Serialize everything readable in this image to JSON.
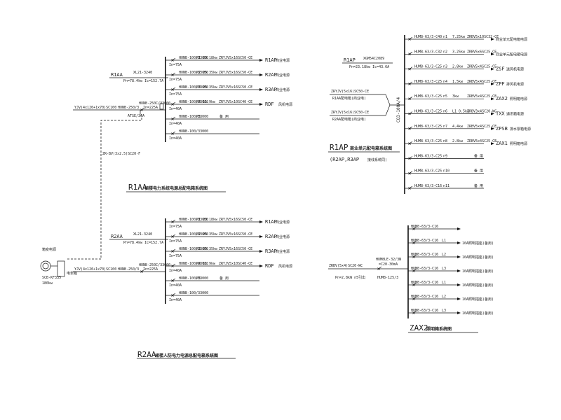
{
  "diagram_r1aa": {
    "title": "R1AA",
    "title_note": "裙楼电力系统电源总配电箱系统图",
    "panel_id": "R1AA",
    "panel_spec1": "XL21-3240",
    "panel_spec2": "Pn=78.4kw  Ic=152.7A",
    "feeder": "YJV(4x120+1x70)SC100",
    "breaker": "HUNB-250/3",
    "breaker_main": "HUNB-250C/33000",
    "breaker_main2": "In=225A",
    "meter": "ATSE/36A",
    "circuits": [
      {
        "breaker": "HUNB-100/33000",
        "sub": "In=75A",
        "num": "N1",
        "power": "23.18kw",
        "cable": "ZRYJV5x16SC50-CE",
        "dest": "R1AP",
        "note": "商业电源"
      },
      {
        "breaker": "HUNB-100/33000",
        "sub": "In=75A",
        "num": "N2",
        "power": "25.35kw",
        "cable": "ZRYJV5x16SC50-CE",
        "dest": "R2AP",
        "note": "商业电源"
      },
      {
        "breaker": "HUNB-100/33000",
        "sub": "In=75A",
        "num": "N3",
        "power": "25.35kw",
        "cable": "ZRYJV5x16SC50-CE",
        "dest": "R3AP",
        "note": "商业电源"
      },
      {
        "breaker": "HUNB-100/33000",
        "sub": "In=40A",
        "num": "N4",
        "power": "11.9kw",
        "cable": "ZRYJV5x10SC40-CE",
        "dest": "RDF",
        "note": "风机电源"
      },
      {
        "breaker": "HUNB-100/33000",
        "sub": "In=40A",
        "num": "N5",
        "power": "",
        "cable": "备  用",
        "dest": "",
        "note": ""
      },
      {
        "breaker": "HUNB-100/33000",
        "sub": "In=40A",
        "num": "",
        "power": "",
        "cable": "",
        "dest": "",
        "note": ""
      }
    ]
  },
  "link_cable": "ZR-BV(3x2.5)SC20-F",
  "source": {
    "label": "箱变电源",
    "spec1": "SCB-KF335",
    "spec2": "180kw",
    "box_label": "电表箱"
  },
  "diagram_r2aa": {
    "title": "R2AA",
    "title_note": "裙楼人防电力电源总配电箱系统图",
    "panel_id": "R2AA",
    "panel_spec1": "XL21-3240",
    "panel_spec2": "Pn=78.4kw  Ic=152.7A",
    "feeder": "YJV(4x120+1x70)SC100",
    "breaker": "HUNB-250/3",
    "breaker_main": "HUNB-250C/33000",
    "breaker_main2": "In=225A",
    "circuits": [
      {
        "breaker": "HUNB-100/33000",
        "sub": "In=75A",
        "num": "N1",
        "power": "23.18kw",
        "cable": "ZRYJV5x16SC50-CE",
        "dest": "R1AP",
        "note": "商业电源"
      },
      {
        "breaker": "HUNB-100/33000",
        "sub": "In=75A",
        "num": "N2",
        "power": "25.35kw",
        "cable": "ZRYJV5x16SC50-CE",
        "dest": "R2AP",
        "note": "商业电源"
      },
      {
        "breaker": "HUNB-100/33000",
        "sub": "In=75A",
        "num": "N3",
        "power": "25.35kw",
        "cable": "ZRYJV5x16SC50-CE",
        "dest": "R3AP",
        "note": "商业电源"
      },
      {
        "breaker": "HUNB-100/33000",
        "sub": "In=40A",
        "num": "N4",
        "power": "11.9kw",
        "cable": "ZRYJV5x10SC40-CE",
        "dest": "RDF",
        "note": "风机电源"
      },
      {
        "breaker": "HUNB-100/33000",
        "sub": "In=40A",
        "num": "N5",
        "power": "",
        "cable": "备  用",
        "dest": "",
        "note": ""
      },
      {
        "breaker": "HUNB-100/33000",
        "sub": "In=40A",
        "num": "",
        "power": "",
        "cable": "",
        "dest": "",
        "note": ""
      }
    ]
  },
  "diagram_r1ap": {
    "title": "R1AP",
    "title_note": "商业单元配电箱系统图",
    "subtitle": "(R2AP,R3AP",
    "subtitle_note": "接线系统同)",
    "panel_id": "R1AP",
    "panel_spec1": "XGM54C2089",
    "panel_spec2": "Pn=23.18kw  Ic=43.6A",
    "feeder1": "ZRYJV(5x16)SC50-CE",
    "feeder1_note": "R1AA配电箱(商业电)",
    "feeder2": "ZRYJV(5x16)SC50-CE",
    "feeder2_note": "R2AA配电箱(商业电)",
    "ats": "CQ3-100A/4",
    "circuits": [
      {
        "breaker": "HUM8-63/3-C40",
        "num": "n1",
        "power": "7.25kw",
        "cable": "ZRBV5x10SC32-CE",
        "dest": "",
        "note": "商业单元配电箱电源"
      },
      {
        "breaker": "HUM8-63/3-C32",
        "num": "n2",
        "power": "3.25kw",
        "cable": "ZRBV5x6SC25-CE",
        "dest": "",
        "note": "商业单元配电箱电源"
      },
      {
        "breaker": "HUM8-63/3-C25",
        "num": "n3",
        "power": "2.8kw",
        "cable": "ZRBV5x4SC25-CE",
        "dest": "ZSF",
        "note": "送风机电源"
      },
      {
        "breaker": "HUM8-63/3-C25",
        "num": "n4",
        "power": "1.5kw",
        "cable": "ZRBV5x4SC25-CE",
        "dest": "ZPF",
        "note": "排风机电源"
      },
      {
        "breaker": "HUM8-63/3-C25",
        "num": "n5",
        "power": "3kw",
        "cable": "ZRBV5x4SC25-CE",
        "dest": "ZAX2",
        "note": "照明箱电源"
      },
      {
        "breaker": "HUM8-63/3-C25",
        "num": "n6",
        "power": "L1 0.5kw",
        "cable": "ZRBV3x4SC20-WC",
        "dest": "TXX",
        "note": "通讯箱电源"
      },
      {
        "breaker": "HUM8-63/3-C25",
        "num": "n7",
        "power": "4.4kw",
        "cable": "ZRBV5x4SC25-CE",
        "dest": "ZPSB",
        "note": "排水泵箱电源"
      },
      {
        "breaker": "HUM8-63/3-C25",
        "num": "n8",
        "power": "2.8kw",
        "cable": "ZRBV5x4SC25-CE",
        "dest": "ZAX1",
        "note": "照明箱电源"
      },
      {
        "breaker": "HUM8-63/3-C25",
        "num": "n9",
        "power": "",
        "cable": "备  用",
        "dest": "",
        "note": ""
      },
      {
        "breaker": "HUM8-63/3-C25",
        "num": "n10",
        "power": "",
        "cable": "备  用",
        "dest": "",
        "note": ""
      },
      {
        "breaker": "HUM8-63/3-C16",
        "num": "n11",
        "power": "",
        "cable": "备  用",
        "dest": "",
        "note": ""
      }
    ]
  },
  "diagram_zax2": {
    "title": "ZAX2",
    "title_note": "照明箱系统图",
    "feeder": "ZRBV(5x4)SC20-WC",
    "feeder_note": "Pn=2.8kW  n5引出",
    "breaker": "HUM8LE-32/3N",
    "breaker2": "=C20-30mA",
    "sub_breaker": "HUM8-125/3",
    "circuits": [
      {
        "breaker": "HUM8-63/3-C16",
        "line": "",
        "label": ""
      },
      {
        "breaker": "HUM8-63/3-C16",
        "line": "L1",
        "label": "10A照明插座(备用)"
      },
      {
        "breaker": "HUM8-63/3-C16",
        "line": "L2",
        "label": "10A照明插座(备用)"
      },
      {
        "breaker": "HUM8-63/3-C16",
        "line": "L3",
        "label": "10A照明插座(备用)"
      },
      {
        "breaker": "HUM8-63/3-C16",
        "line": "L1",
        "label": "10A照明插座(备用)"
      },
      {
        "breaker": "HUM8-63/3-C16",
        "line": "L2",
        "label": "10A照明插座(备用)"
      },
      {
        "breaker": "HUM8-63/3-C16",
        "line": "L3",
        "label": "10A照明插座(备用)"
      }
    ]
  }
}
